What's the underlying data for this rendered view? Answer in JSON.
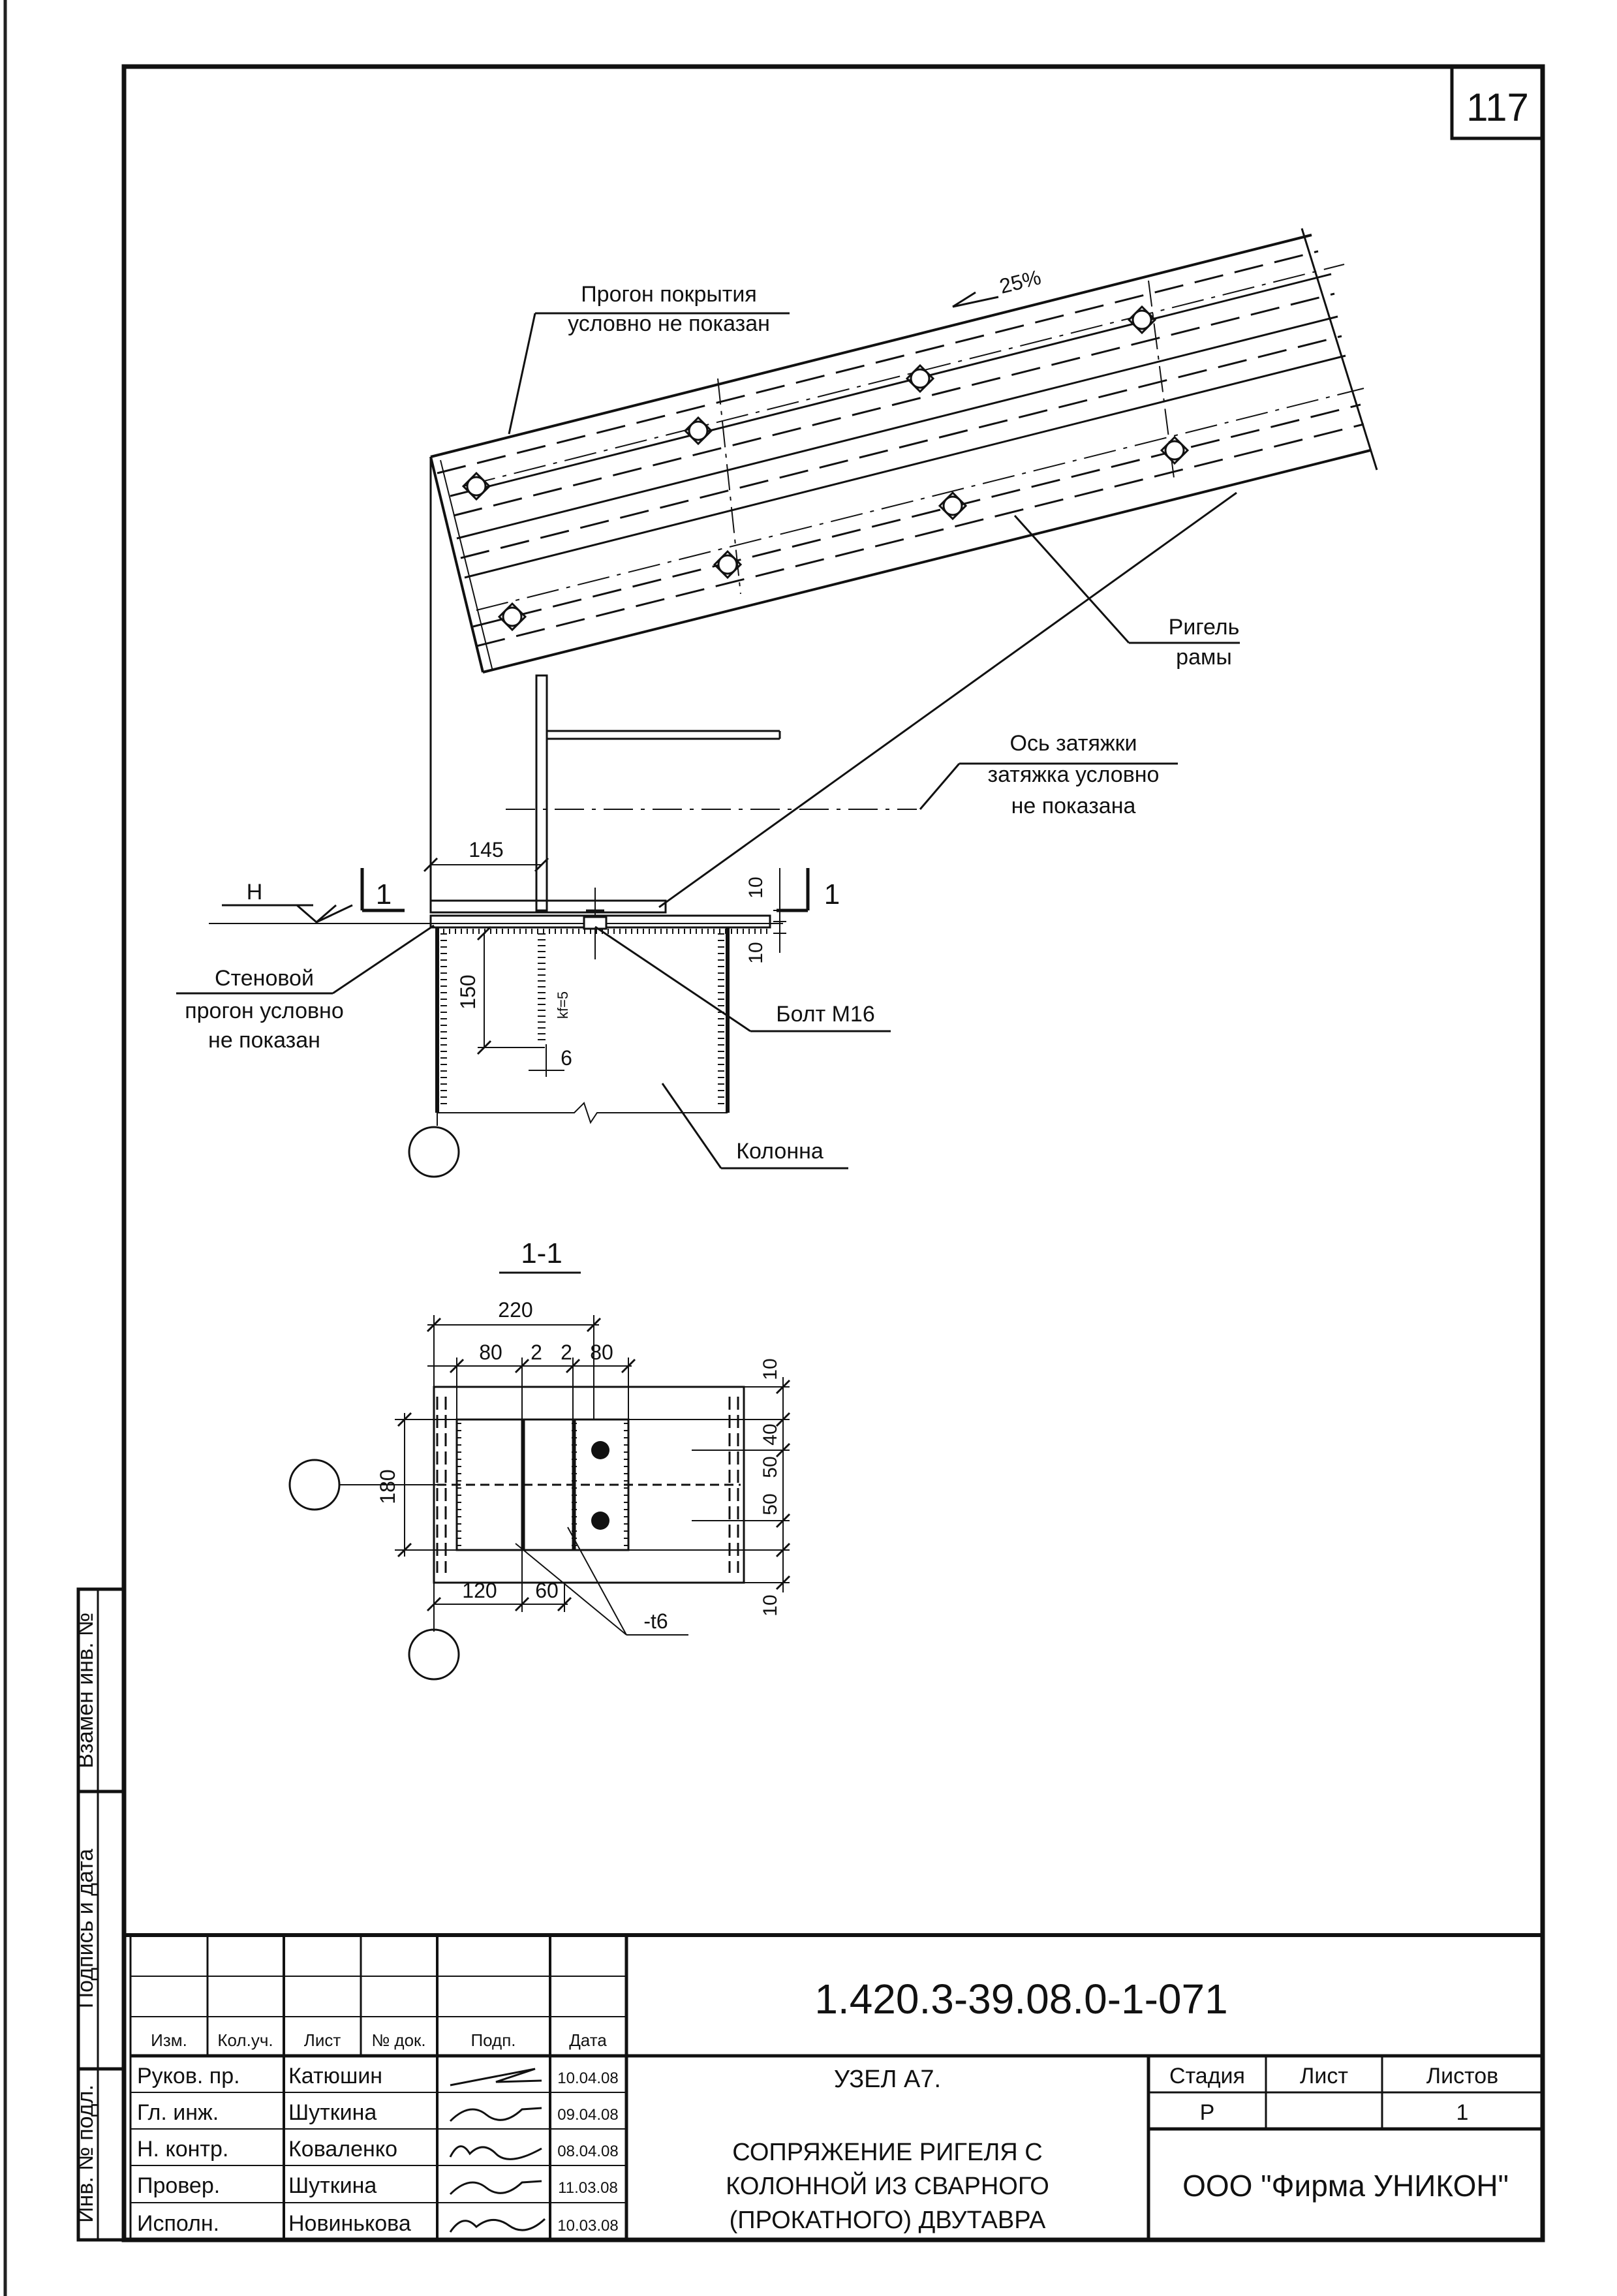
{
  "sheet_number": "117",
  "annotations": {
    "purlin_note": [
      "Прогон покрытия",
      "условно не показан"
    ],
    "slope": "25%",
    "rafter": [
      "Ригель",
      "рамы"
    ],
    "tie_note": [
      "Ось затяжки",
      "затяжка условно",
      "не показана"
    ],
    "wall_purlin_note": [
      "Стеновой",
      "прогон условно",
      "не показан"
    ],
    "bolt": "Болт М16",
    "column": "Колонна",
    "level_mark": "Н",
    "cut_mark": "1",
    "weld": "kf=5"
  },
  "dimensions": {
    "d145": "145",
    "d10a": "10",
    "d10b": "10",
    "d150": "150",
    "d6": "6"
  },
  "section": {
    "title": "1-1",
    "d220": "220",
    "d80a": "80",
    "d2a": "2",
    "d2b": "2",
    "d80b": "80",
    "d180": "180",
    "d120": "120",
    "d60": "60",
    "r10a": "10",
    "r40": "40",
    "r50a": "50",
    "r50b": "50",
    "r10b": "10",
    "plate": "-t6"
  },
  "side_stamp": {
    "replace_inv": "Взамен инв. №",
    "sign_date": "Подпись и дата",
    "inv_orig": "Инв. № подл."
  },
  "title_block": {
    "code": "1.420.3-39.08.0-1-071",
    "header": [
      "Изм.",
      "Кол.уч.",
      "Лист",
      "№ док.",
      "Подп.",
      "Дата"
    ],
    "rows": [
      {
        "role": "Руков. пр.",
        "name": "Катюшин",
        "date": "10.04.08"
      },
      {
        "role": "Гл. инж.",
        "name": "Шуткина",
        "date": "09.04.08"
      },
      {
        "role": "Н. контр.",
        "name": "Коваленко",
        "date": "08.04.08"
      },
      {
        "role": "Провер.",
        "name": "Шуткина",
        "date": "11.03.08"
      },
      {
        "role": "Исполн.",
        "name": "Новинькова",
        "date": "10.03.08"
      }
    ],
    "node_title": "УЗЕЛ А7.",
    "description": [
      "СОПРЯЖЕНИЕ РИГЕЛЯ С",
      "КОЛОННОЙ ИЗ СВАРНОГО",
      "(ПРОКАТНОГО) ДВУТАВРА"
    ],
    "stage_label": "Стадия",
    "sheet_label": "Лист",
    "sheets_label": "Листов",
    "stage": "Р",
    "sheet": "",
    "sheets": "1",
    "company": "ООО \"Фирма УНИКОН\""
  }
}
